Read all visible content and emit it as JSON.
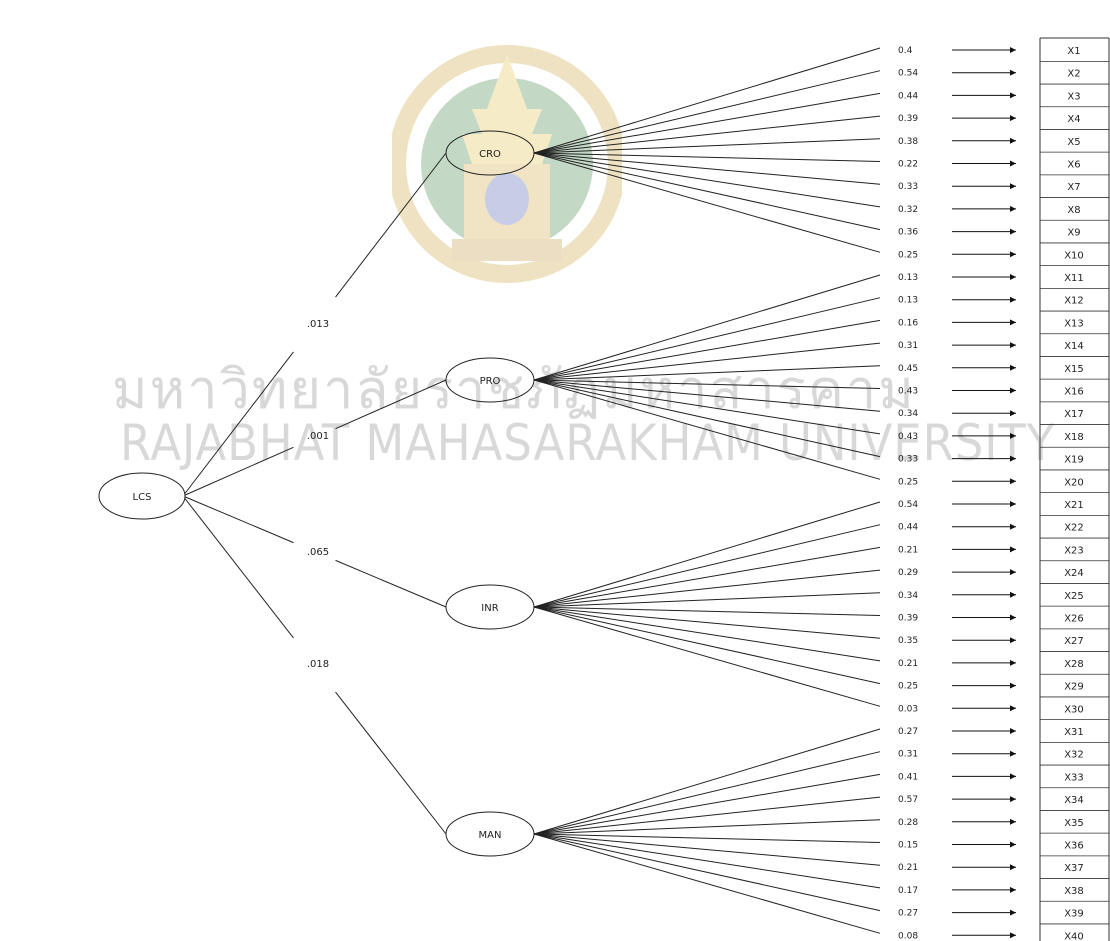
{
  "watermark": {
    "thai_text": "มหาวิทยาลัยราชภัฏมหาสารคาม",
    "english_text": "RAJABHAT MAHASARAKHAM UNIVERSITY"
  },
  "root": {
    "label": "LCS"
  },
  "factors": [
    {
      "label": "CRO",
      "path_coefficient": ".013",
      "indicators": [
        {
          "value": "0.4",
          "label": "X1"
        },
        {
          "value": "0.54",
          "label": "X2"
        },
        {
          "value": "0.44",
          "label": "X3"
        },
        {
          "value": "0.39",
          "label": "X4"
        },
        {
          "value": "0.38",
          "label": "X5"
        },
        {
          "value": "0.22",
          "label": "X6"
        },
        {
          "value": "0.33",
          "label": "X7"
        },
        {
          "value": "0.32",
          "label": "X8"
        },
        {
          "value": "0.36",
          "label": "X9"
        },
        {
          "value": "0.25",
          "label": "X10"
        }
      ]
    },
    {
      "label": "PRO",
      "path_coefficient": ".001",
      "indicators": [
        {
          "value": "0.13",
          "label": "X11"
        },
        {
          "value": "0.13",
          "label": "X12"
        },
        {
          "value": "0.16",
          "label": "X13"
        },
        {
          "value": "0.31",
          "label": "X14"
        },
        {
          "value": "0.45",
          "label": "X15"
        },
        {
          "value": "0.43",
          "label": "X16"
        },
        {
          "value": "0.34",
          "label": "X17"
        },
        {
          "value": "0.43",
          "label": "X18"
        },
        {
          "value": "0.33",
          "label": "X19"
        },
        {
          "value": "0.25",
          "label": "X20"
        }
      ]
    },
    {
      "label": "INR",
      "path_coefficient": ".065",
      "indicators": [
        {
          "value": "0.54",
          "label": "X21"
        },
        {
          "value": "0.44",
          "label": "X22"
        },
        {
          "value": "0.21",
          "label": "X23"
        },
        {
          "value": "0.29",
          "label": "X24"
        },
        {
          "value": "0.34",
          "label": "X25"
        },
        {
          "value": "0.39",
          "label": "X26"
        },
        {
          "value": "0.35",
          "label": "X27"
        },
        {
          "value": "0.21",
          "label": "X28"
        },
        {
          "value": "0.25",
          "label": "X29"
        },
        {
          "value": "0.03",
          "label": "X30"
        }
      ]
    },
    {
      "label": "MAN",
      "path_coefficient": ".018",
      "indicators": [
        {
          "value": "0.27",
          "label": "X31"
        },
        {
          "value": "0.31",
          "label": "X32"
        },
        {
          "value": "0.41",
          "label": "X33"
        },
        {
          "value": "0.57",
          "label": "X34"
        },
        {
          "value": "0.28",
          "label": "X35"
        },
        {
          "value": "0.15",
          "label": "X36"
        },
        {
          "value": "0.21",
          "label": "X37"
        },
        {
          "value": "0.17",
          "label": "X38"
        },
        {
          "value": "0.27",
          "label": "X39"
        },
        {
          "value": "0.08",
          "label": "X40"
        }
      ]
    }
  ]
}
